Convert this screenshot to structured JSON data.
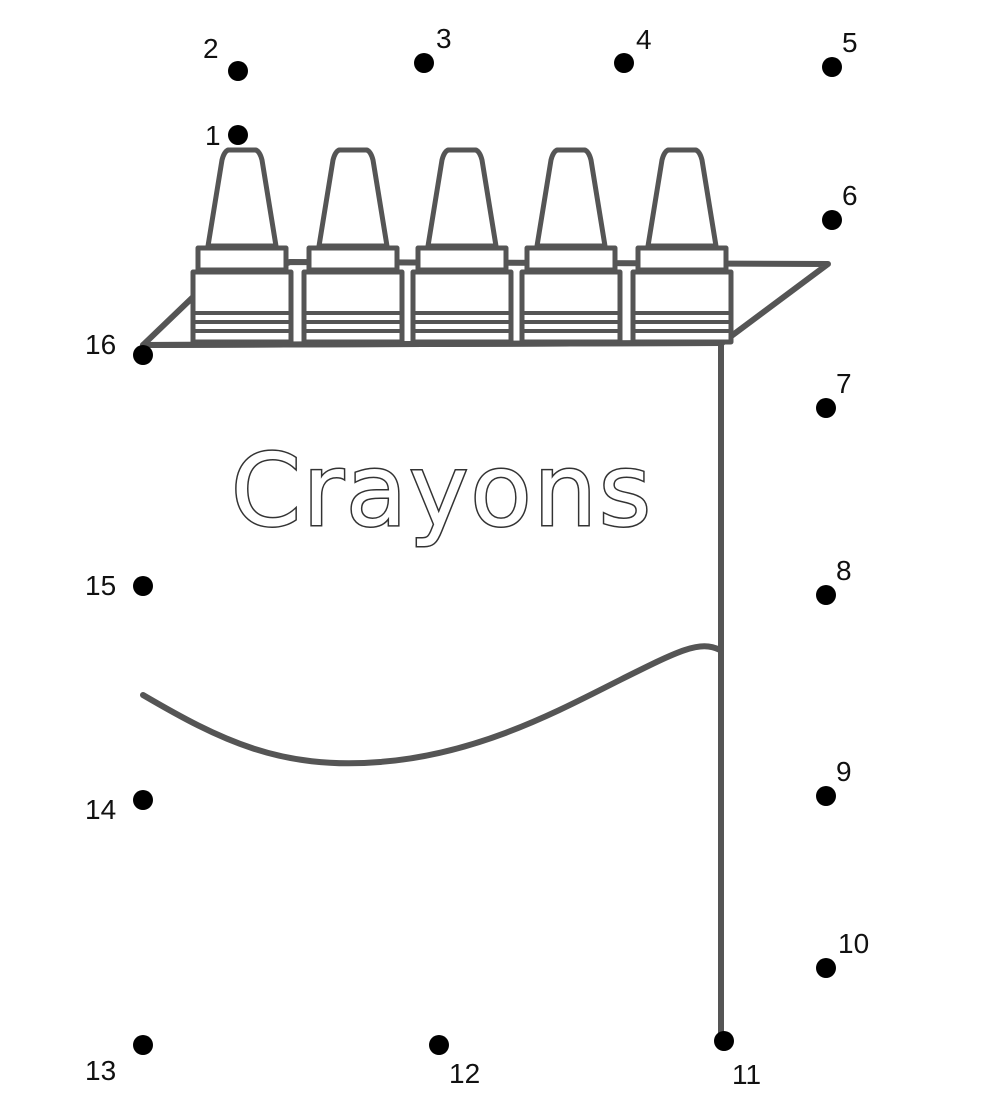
{
  "title": "Crayons",
  "dots": [
    {
      "n": "1"
    },
    {
      "n": "2"
    },
    {
      "n": "3"
    },
    {
      "n": "4"
    },
    {
      "n": "5"
    },
    {
      "n": "6"
    },
    {
      "n": "7"
    },
    {
      "n": "8"
    },
    {
      "n": "9"
    },
    {
      "n": "10"
    },
    {
      "n": "11"
    },
    {
      "n": "12"
    },
    {
      "n": "13"
    },
    {
      "n": "14"
    },
    {
      "n": "15"
    },
    {
      "n": "16"
    }
  ],
  "crayon_count": 5
}
